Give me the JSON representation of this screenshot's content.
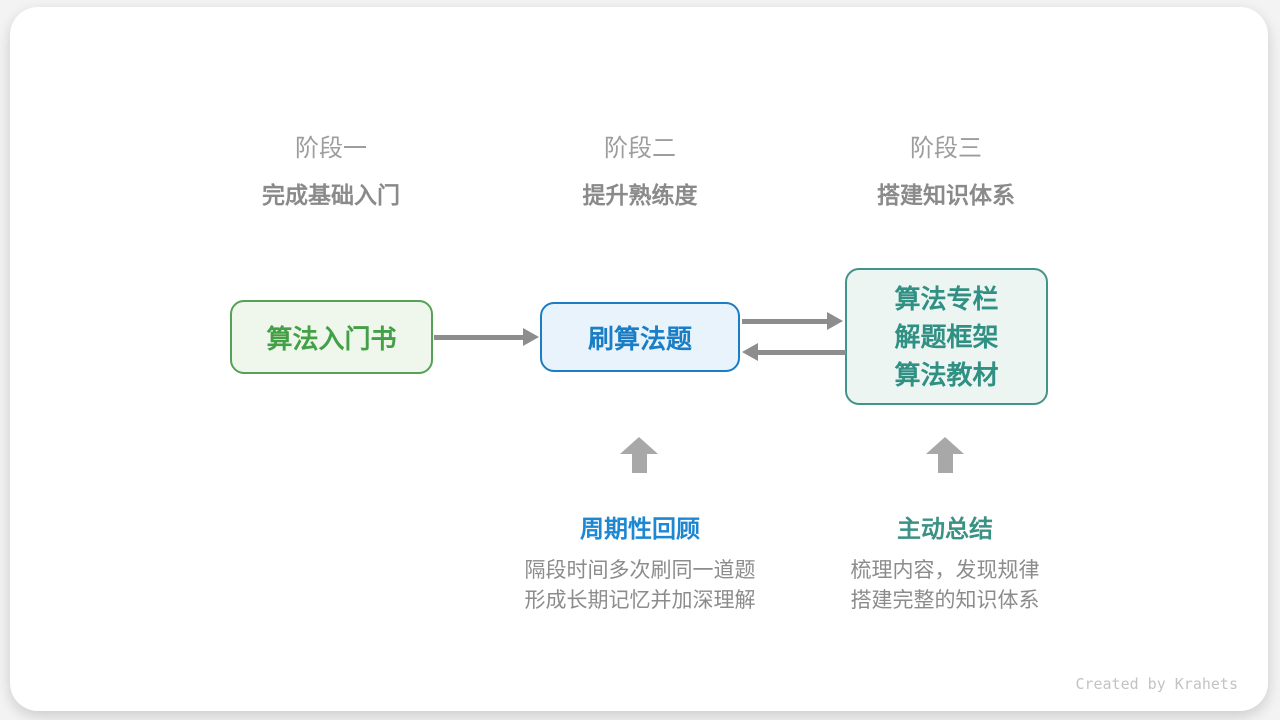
{
  "page": {
    "credit": "Created by Krahets"
  },
  "stages": [
    {
      "label": "阶段一",
      "subtitle": "完成基础入门"
    },
    {
      "label": "阶段二",
      "subtitle": "提升熟练度"
    },
    {
      "label": "阶段三",
      "subtitle": "搭建知识体系"
    }
  ],
  "nodes": [
    {
      "id": "intro-book",
      "text": "算法入门书"
    },
    {
      "id": "practice-problems",
      "text": "刷算法题"
    },
    {
      "id": "knowledge-resources",
      "lines": [
        "算法专栏",
        "解题框架",
        "算法教材"
      ]
    }
  ],
  "annotations": [
    {
      "title": "周期性回顾",
      "desc_line1": "隔段时间多次刷同一道题",
      "desc_line2": "形成长期记忆并加深理解"
    },
    {
      "title": "主动总结",
      "desc_line1": "梳理内容，发现规律",
      "desc_line2": "搭建完整的知识体系"
    }
  ],
  "colors": {
    "node_green_border": "#56a158",
    "node_green_bg": "#eff7ec",
    "node_green_text": "#44a047",
    "node_blue_border": "#1b7ec5",
    "node_blue_bg": "#e9f3fb",
    "node_blue_text": "#1b7ec5",
    "node_teal_border": "#40948a",
    "node_teal_bg": "#ecf5f1",
    "node_teal_text": "#319084",
    "anno_blue": "#1d87d2",
    "anno_teal": "#3a9184",
    "arrow_gray": "#8d8d8d",
    "block_arrow_gray": "#a8a8a8",
    "stage_label_gray": "#9d9d9d",
    "body_text_gray": "#8c8c8c",
    "credit_gray": "#c3c3c3"
  }
}
